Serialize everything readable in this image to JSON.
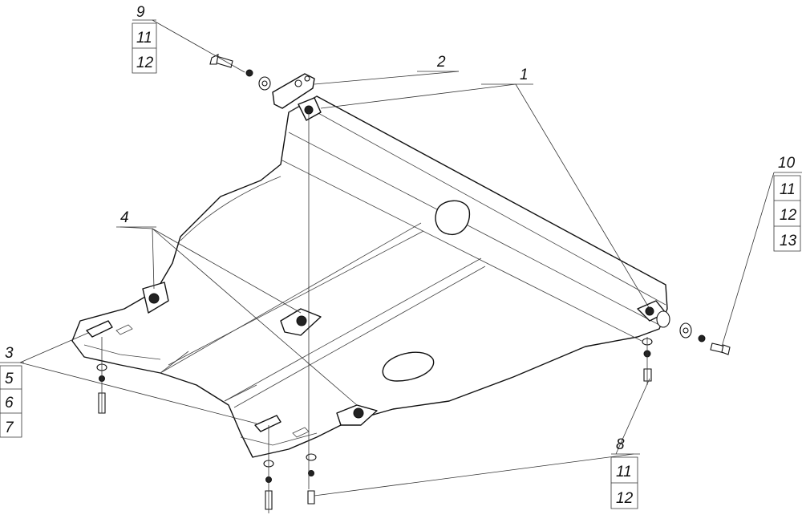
{
  "callouts": {
    "c1": "1",
    "c2": "2",
    "c3": "3",
    "c4": "4",
    "c5": "5",
    "c6": "6",
    "c7": "7",
    "c8": "8",
    "c9": "9",
    "c10": "10",
    "c11a": "11",
    "c12a": "12",
    "c11b": "11",
    "c12b": "12",
    "c13": "13",
    "c11c": "11",
    "c12c": "12"
  }
}
